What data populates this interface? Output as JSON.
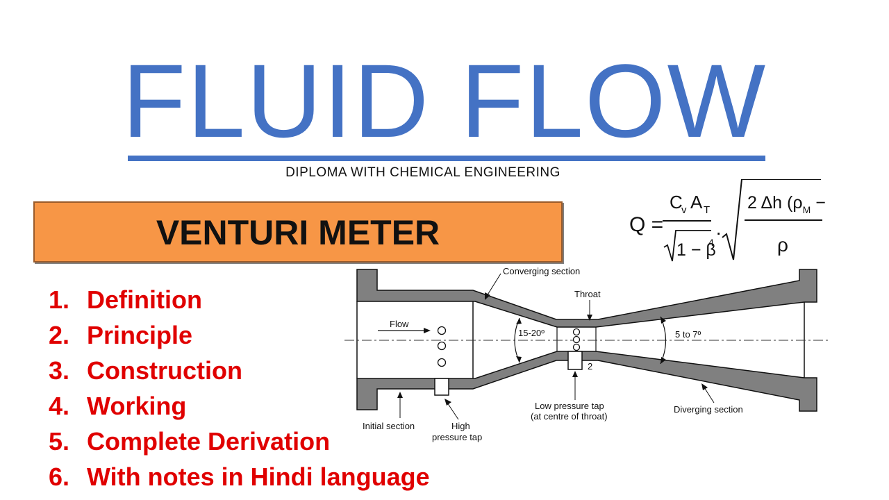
{
  "header": {
    "title": "FLUID FLOW",
    "subtitle": "DIPLOMA WITH CHEMICAL ENGINEERING"
  },
  "banner": {
    "label": "VENTURI METER",
    "fill_color": "#f79646"
  },
  "topics": [
    {
      "num": "1.",
      "label": "Definition"
    },
    {
      "num": "2.",
      "label": "Principle"
    },
    {
      "num": "3.",
      "label": "Construction"
    },
    {
      "num": "4.",
      "label": "Working"
    },
    {
      "num": "5.",
      "label": "Complete Derivation"
    },
    {
      "num": "6.",
      "label": "With notes in Hindi language"
    }
  ],
  "formula": {
    "lhs": "Q =",
    "numerator_c": "C",
    "numerator_c_sub": "v",
    "numerator_a": "A",
    "numerator_a_sub": "T",
    "denominator": "1 − β",
    "denominator_sup": "4",
    "dot": "·",
    "sqrt_numerator_a": "2 Δh (ρ",
    "sqrt_numerator_sub": "M",
    "sqrt_numerator_b": " − ρ) g",
    "sqrt_denominator": "ρ"
  },
  "diagram": {
    "labels": {
      "converging": "Converging section",
      "throat": "Throat",
      "flow": "Flow",
      "angle_in": "15-20º",
      "angle_out": "5 to 7º",
      "tap_number": "2",
      "initial": "Initial section",
      "high_tap_1": "High",
      "high_tap_2": "pressure tap",
      "low_tap_1": "Low pressure tap",
      "low_tap_2": "(at centre of throat)",
      "diverging": "Diverging section"
    }
  },
  "colors": {
    "title": "#4472c4",
    "topics": "#e00000",
    "wall": "#808080"
  }
}
